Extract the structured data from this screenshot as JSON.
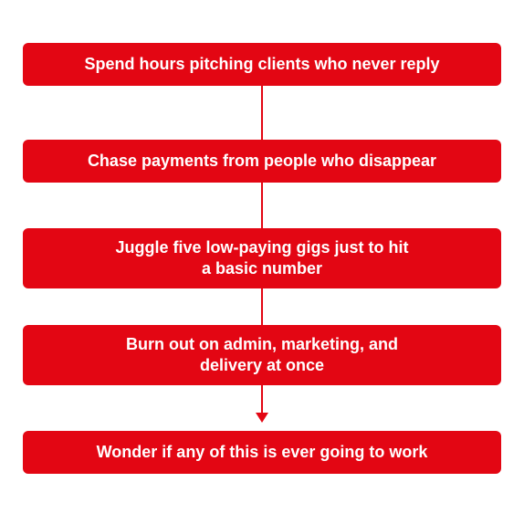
{
  "colors": {
    "accent": "#e30613",
    "text": "#ffffff",
    "background": "#ffffff"
  },
  "steps": [
    {
      "label": "Spend hours pitching clients who never reply"
    },
    {
      "label": "Chase payments from people who disappear"
    },
    {
      "label": "Juggle five low-paying gigs just to hit a basic number"
    },
    {
      "label": "Burn out on admin, marketing, and delivery at once"
    },
    {
      "label": "Wonder if any of this is ever going to work"
    }
  ]
}
